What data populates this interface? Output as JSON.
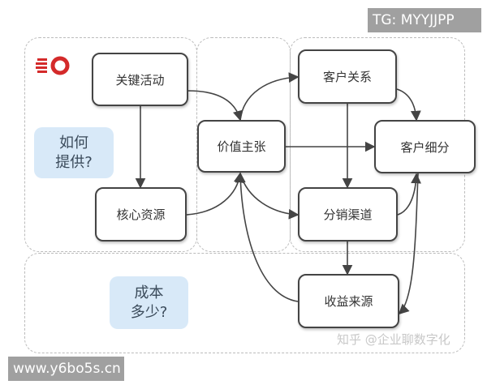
{
  "badges": {
    "top": "TG: MYYJJPP",
    "bottom": "www.y6bo5s.cn"
  },
  "watermark": "知乎 @企业聊数字化",
  "nodes": {
    "key_activities": "关键活动",
    "key_resources": "核心资源",
    "value_proposition": "价值主张",
    "customer_relationships": "客户关系",
    "channels": "分销渠道",
    "customer_segments": "客户细分",
    "revenue_streams": "收益来源"
  },
  "notes": {
    "how_line1": "如何",
    "how_line2": "提供?",
    "cost_line1": "成本",
    "cost_line2": "多少?"
  },
  "colors": {
    "logo": "#d42a2a",
    "note_bg": "#d8e9f8",
    "arrow": "#444444"
  }
}
